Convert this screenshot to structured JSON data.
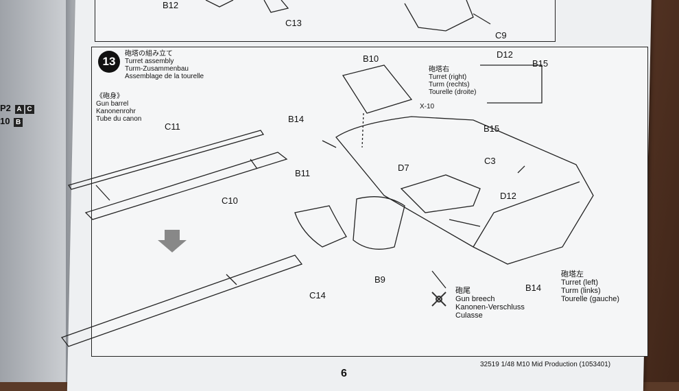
{
  "left_page": {
    "codes": [
      "P2",
      "10"
    ],
    "boxes": [
      "A",
      "C",
      "B"
    ]
  },
  "top_panel": {
    "labels": [
      "B12",
      "C13",
      "C9"
    ]
  },
  "step": {
    "number": "13",
    "title_jp": "砲塔の組み立て",
    "title_en": "Turret assembly",
    "title_de": "Turm-Zusammenbau",
    "title_fr": "Assemblage de la tourelle"
  },
  "gun_barrel": {
    "jp": "《砲身》",
    "en": "Gun barrel",
    "de": "Kanonenrohr",
    "fr": "Tube du canon"
  },
  "turret_right": {
    "jp": "砲塔右",
    "en": "Turret (right)",
    "de": "Turm (rechts)",
    "fr": "Tourelle (droite)"
  },
  "turret_left": {
    "jp": "砲塔左",
    "en": "Turret (left)",
    "de": "Turm (links)",
    "fr": "Tourelle (gauche)"
  },
  "gun_breech": {
    "jp": "砲尾",
    "en": "Gun breech",
    "de": "Kanonen-Verschluss",
    "fr": "Culasse"
  },
  "parts": {
    "b10": "B10",
    "d12_top": "D12",
    "b15_top": "B15",
    "x10": "X-10",
    "b14_top": "B14",
    "b15": "B15",
    "c11": "C11",
    "c10": "C10",
    "d7": "D7",
    "c3": "C3",
    "d12": "D12",
    "b11": "B11",
    "b9": "B9",
    "c14": "C14",
    "b14": "B14"
  },
  "footer": "32519  1/48 M10 Mid Production (1053401)",
  "page_number": "6"
}
